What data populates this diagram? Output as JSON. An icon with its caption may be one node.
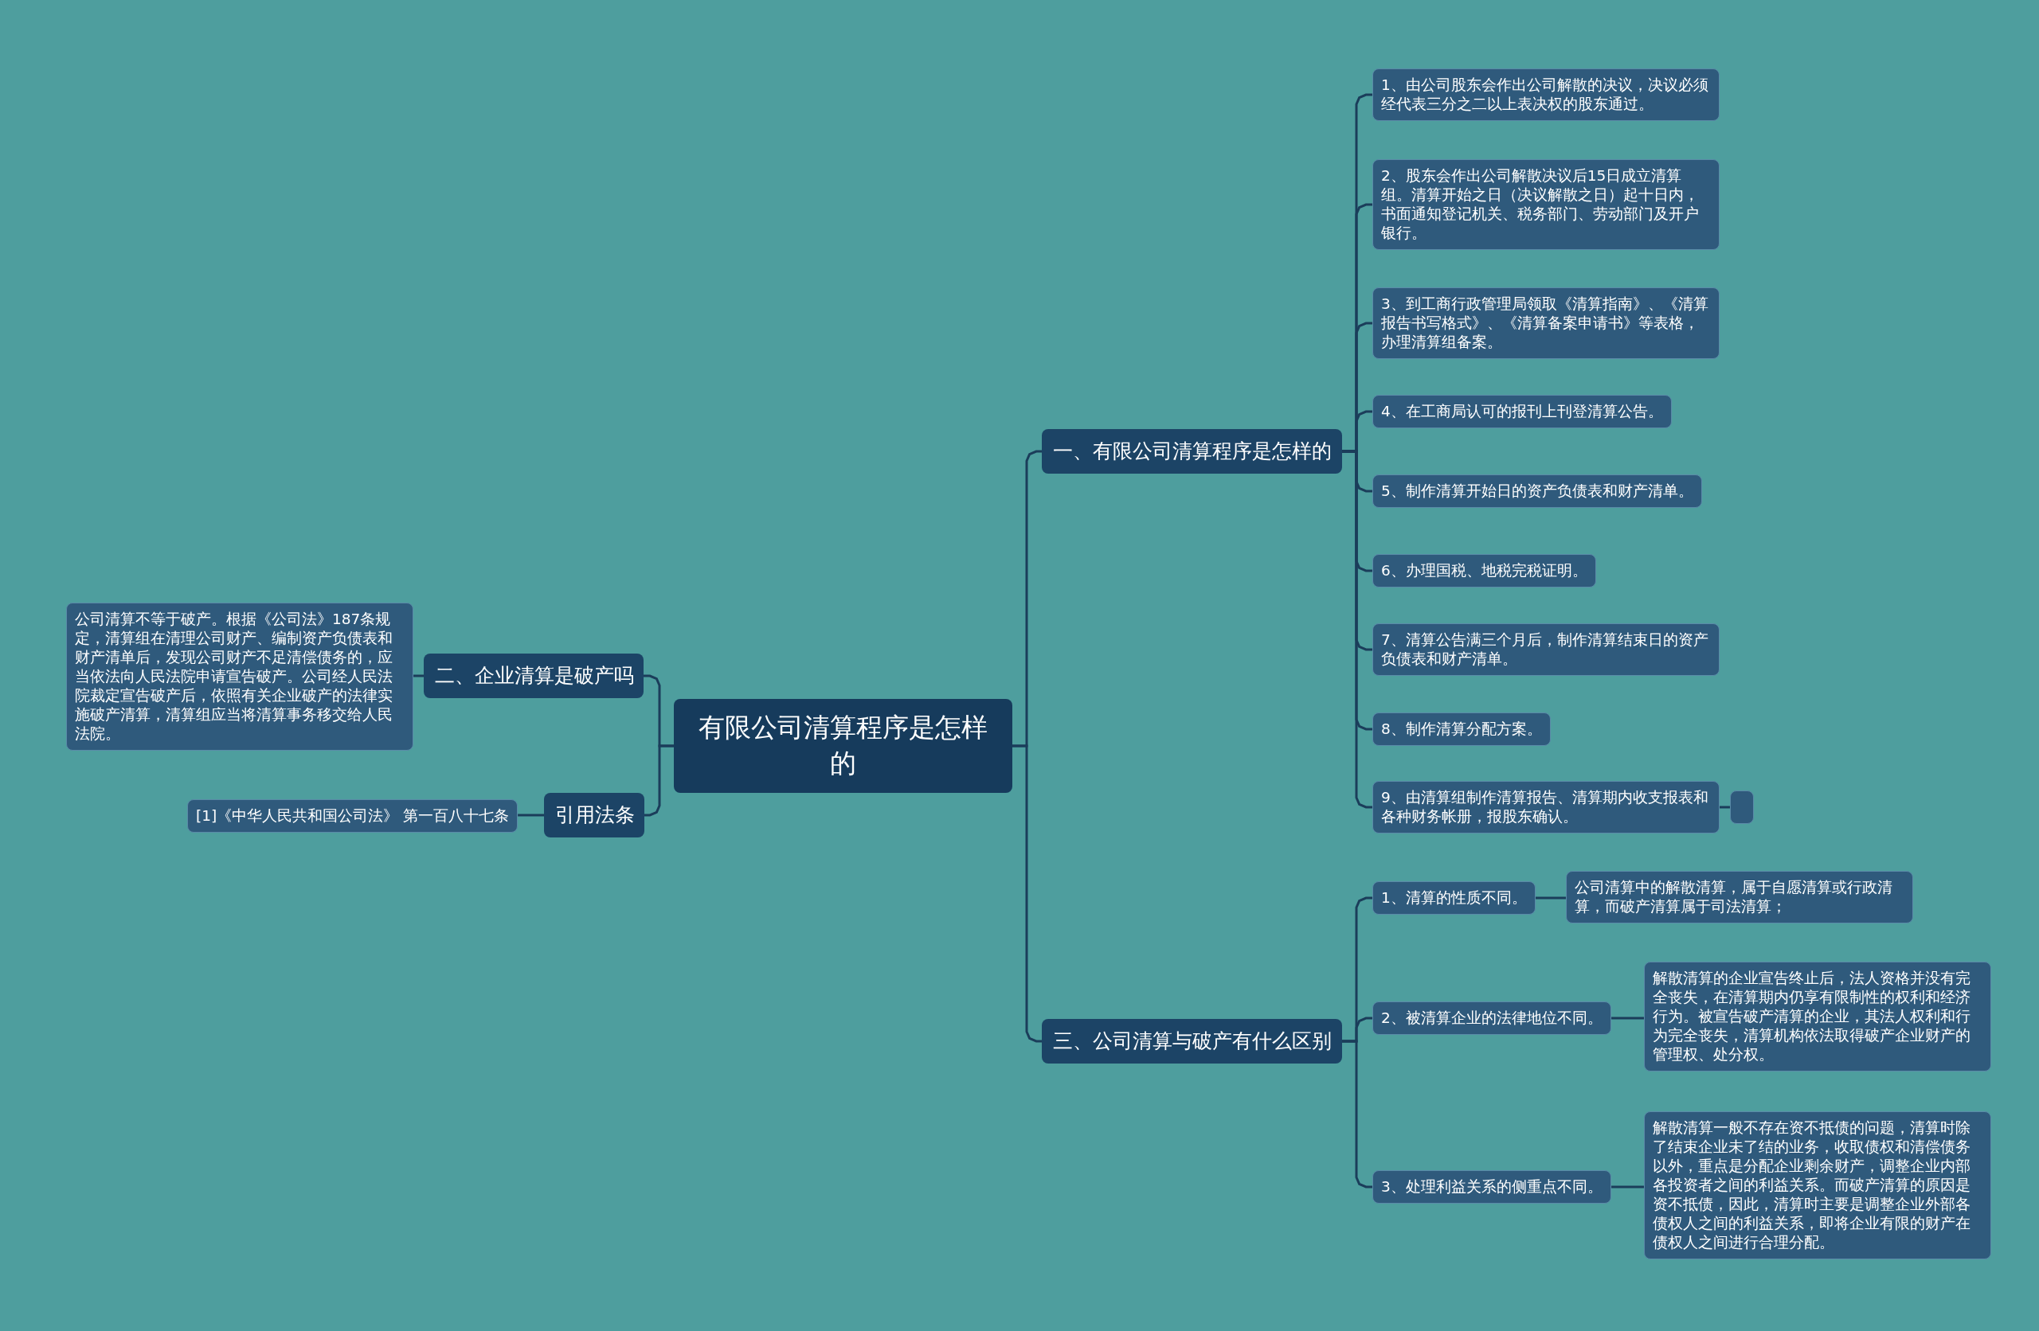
{
  "diagram": {
    "nodes": [
      {
        "text": [
          "有限公司清算程序是怎样的"
        ]
      },
      {
        "text": [
          "一、有限公司清算程序是怎样的"
        ]
      },
      {
        "text": [
          "1、由公司股东会作出公司解散的决议，决议必须经代表三分之二以上表决权的股东通过。"
        ]
      },
      {
        "text": [
          "2、股东会作出公司解散决议后15日成立清算组。清算开始之日（决议解散之日）起十日内，书面通知登记机关、税务部门、劳动部门及开户银行。"
        ]
      },
      {
        "text": [
          "3、到工商行政管理局领取《清算指南》、《清算报告书写格式》、《清算备案申请书》等表格，办理清算组备案。"
        ]
      },
      {
        "text": [
          "4、在工商局认可的报刊上刊登清算公告。"
        ]
      },
      {
        "text": [
          "5、制作清算开始日的资产负债表和财产清单。"
        ]
      },
      {
        "text": [
          "6、办理国税、地税完税证明。"
        ]
      },
      {
        "text": [
          "7、清算公告满三个月后，制作清算结束日的资产负债表和财产清单。"
        ]
      },
      {
        "text": [
          "8、制作清算分配方案。"
        ]
      },
      {
        "text": [
          "9、由清算组制作清算报告、清算期内收支报表和各种财务帐册，报股东确认。"
        ]
      },
      {
        "text": [],
        "shape": "box"
      },
      {
        "text": [
          "三、公司清算与破产有什么区别"
        ]
      },
      {
        "text": [
          "1、清算的性质不同。"
        ]
      },
      {
        "text": [
          "公司清算中的解散清算，属于自愿清算或行政清算，而破产清算属于司法清算；"
        ]
      },
      {
        "text": [
          "2、被清算企业的法律地位不同。"
        ]
      },
      {
        "text": [
          "解散清算的企业宣告终止后，法人资格并没有完全丧失，在清算期内仍享有限制性的权利和经济行为。被宣告破产清算的企业，其法人权利和行为完全丧失，清算机构依法取得破产企业财产的管理权、处分权。"
        ]
      },
      {
        "text": [
          "3、处理利益关系的侧重点不同。"
        ]
      },
      {
        "text": [
          "解散清算一般不存在资不抵债的问题，清算时除了结束企业未了结的业务，收取债权和清偿债务以外，重点是分配企业剩余财产，调整企业内部各投资者之间的利益关系。而破产清算的原因是资不抵债，因此，清算时主要是调整企业外部各债权人之间的利益关系，即将企业有限的财产在债权人之间进行合理分配。"
        ]
      },
      {
        "text": [
          "二、企业清算是破产吗"
        ]
      },
      {
        "text": [
          "公司清算不等于破产。根据《公司法》187条规定，清算组在清理公司财产、编制资产负债表和财产清单后，发现公司财产不足清偿债务的，应当依法向人民法院申请宣告破产。公司经人民法院裁定宣告破产后，依照有关企业破产的法律实施破产清算，清算组应当将清算事务移交给人民法院。"
        ]
      },
      {
        "text": [
          "引用法条"
        ]
      },
      {
        "text": [
          "[1]《中华人民共和国公司法》 第一百八十七条"
        ]
      }
    ],
    "edges": [
      {
        "from": 0,
        "to": 1,
        "arrow": "none"
      },
      {
        "from": 1,
        "to": 2,
        "arrow": "none"
      },
      {
        "from": 1,
        "to": 3,
        "arrow": "none"
      },
      {
        "from": 1,
        "to": 4,
        "arrow": "none"
      },
      {
        "from": 1,
        "to": 5,
        "arrow": "none"
      },
      {
        "from": 1,
        "to": 6,
        "arrow": "none"
      },
      {
        "from": 1,
        "to": 7,
        "arrow": "none"
      },
      {
        "from": 1,
        "to": 8,
        "arrow": "none"
      },
      {
        "from": 1,
        "to": 9,
        "arrow": "none"
      },
      {
        "from": 1,
        "to": 10,
        "arrow": "none"
      },
      {
        "from": 10,
        "to": 11,
        "arrow": "none"
      },
      {
        "from": 0,
        "to": 12,
        "arrow": "none"
      },
      {
        "from": 12,
        "to": 13,
        "arrow": "none"
      },
      {
        "from": 13,
        "to": 14,
        "arrow": "none"
      },
      {
        "from": 12,
        "to": 15,
        "arrow": "none"
      },
      {
        "from": 15,
        "to": 16,
        "arrow": "none"
      },
      {
        "from": 12,
        "to": 17,
        "arrow": "none"
      },
      {
        "from": 17,
        "to": 18,
        "arrow": "none"
      },
      {
        "from": 0,
        "to": 19,
        "arrow": "none"
      },
      {
        "from": 19,
        "to": 20,
        "arrow": "none"
      },
      {
        "from": 0,
        "to": 21,
        "arrow": "none"
      },
      {
        "from": 21,
        "to": 22,
        "arrow": "none"
      }
    ]
  }
}
